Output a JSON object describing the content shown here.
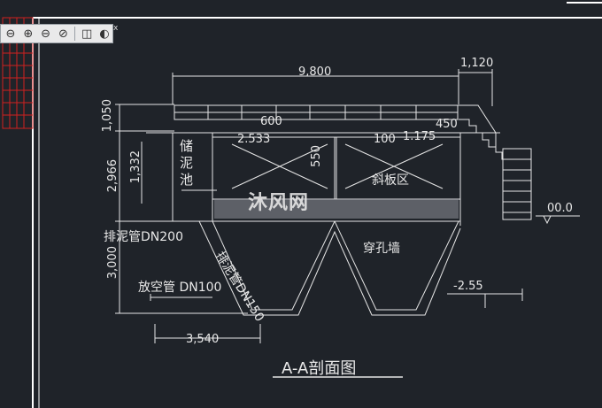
{
  "toolbar": {
    "tools": [
      {
        "name": "zoom-realtime-icon",
        "glyph": "⊖"
      },
      {
        "name": "zoom-in-icon",
        "glyph": "⊕"
      },
      {
        "name": "zoom-out-icon",
        "glyph": "⊖"
      },
      {
        "name": "zoom-all-icon",
        "glyph": "⊘"
      },
      {
        "name": "view-3d-icon",
        "glyph": "◫"
      },
      {
        "name": "orbit-icon",
        "glyph": "◐"
      }
    ],
    "close": "x"
  },
  "drawing": {
    "dims": {
      "total_width": "9,800",
      "right_width": "1,120",
      "top_height": "1,050",
      "mid_height": "2,966",
      "bottom_height": "3,000",
      "inner_height": "1,332",
      "d600": "600",
      "d450": "450",
      "d2533": "2.533",
      "d550": "550",
      "d100": "100",
      "d1175": "1.175",
      "bottom_width": "3,540",
      "level_top": "00.0",
      "level_bottom": "-2.55"
    },
    "labels": {
      "sludge_tank": "储泥池",
      "inclined_plate": "斜板区",
      "sludge_pipe_dn200": "排泥管DN200",
      "sludge_pipe_dn150": "排泥管DN150",
      "drain_pipe": "放空管 DN100",
      "perforated_wall": "穿孔墙",
      "title": "A-A剖面图"
    },
    "watermark": "沐风网"
  }
}
